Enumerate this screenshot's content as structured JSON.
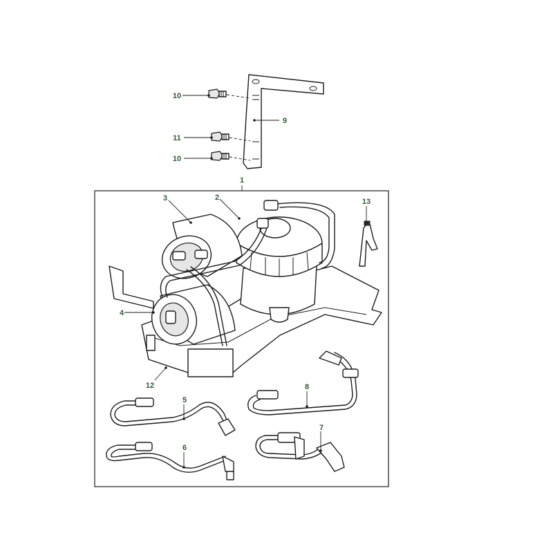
{
  "diagram": {
    "callouts": {
      "c1": "1",
      "c2": "2",
      "c3": "3",
      "c4": "4",
      "c5": "5",
      "c6": "6",
      "c7": "7",
      "c8": "8",
      "c9": "9",
      "c10a": "10",
      "c10b": "10",
      "c11": "11",
      "c12": "12",
      "c13": "13"
    }
  },
  "colors": {
    "callout_text": "#2e5e2e",
    "line": "#1a1a1a",
    "background": "#ffffff"
  }
}
